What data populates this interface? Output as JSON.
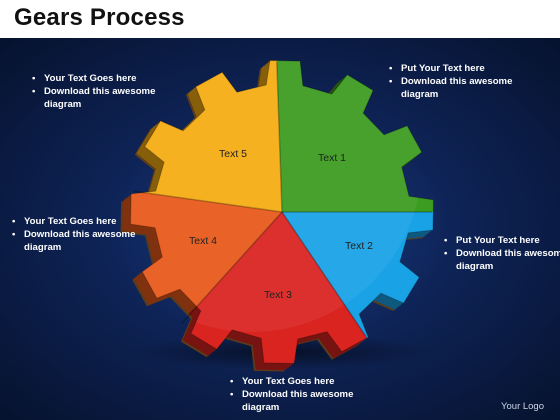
{
  "title": "Gears Process",
  "colors": {
    "text1": "#3c9c1f",
    "text2": "#19a2e6",
    "text3": "#d92420",
    "text4": "#e8591a",
    "text5": "#f5ad12",
    "background": "#0e2356"
  },
  "segments": [
    {
      "label": "Text 1"
    },
    {
      "label": "Text 2"
    },
    {
      "label": "Text 3"
    },
    {
      "label": "Text 4"
    },
    {
      "label": "Text 5"
    }
  ],
  "notes": {
    "top_left": [
      "Your Text Goes here",
      "Download this awesome diagram"
    ],
    "top_right": [
      "Put Your Text  here",
      "Download this awesome diagram"
    ],
    "mid_left": [
      "Your Text Goes here",
      "Download this awesome diagram"
    ],
    "mid_right": [
      "Put Your Text  here",
      "Download this awesome diagram"
    ],
    "bottom": [
      "Your Text Goes here",
      "Download this awesome diagram"
    ]
  },
  "logo": "Your Logo"
}
